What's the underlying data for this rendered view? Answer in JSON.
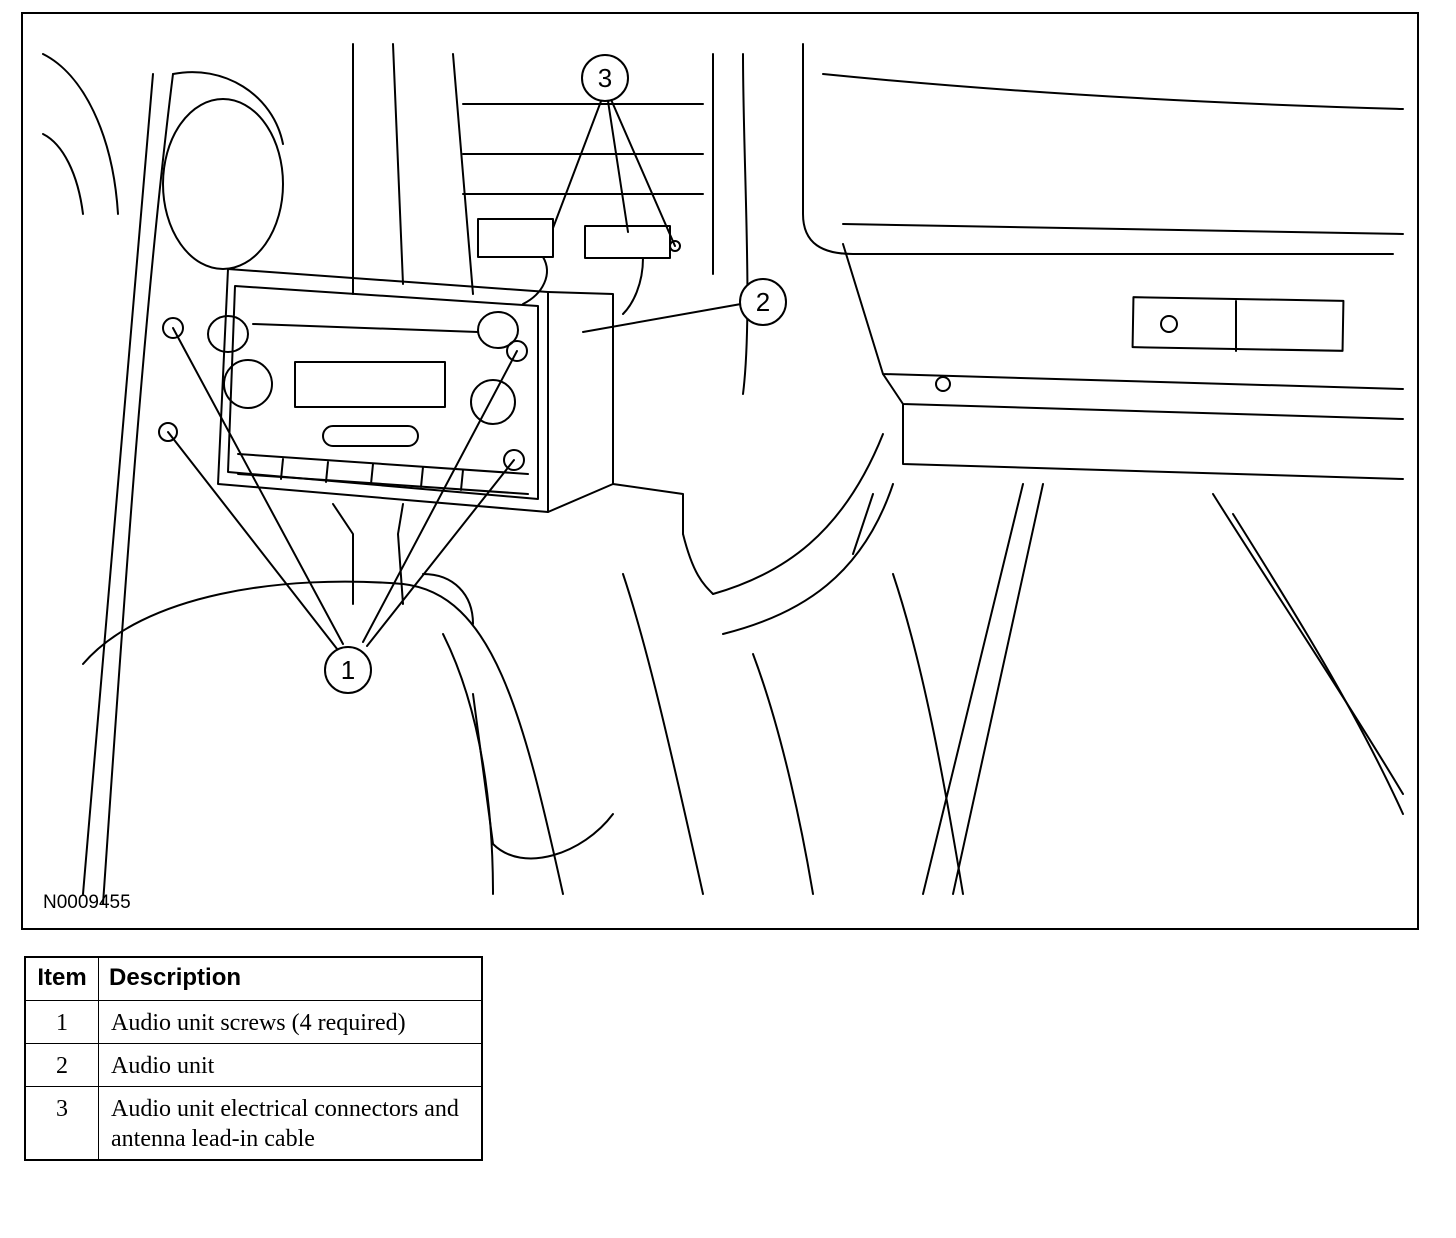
{
  "figure": {
    "id_label": "N0009455",
    "callouts": [
      "1",
      "2",
      "3"
    ]
  },
  "table": {
    "headers": [
      "Item",
      "Description"
    ],
    "rows": [
      {
        "item": "1",
        "description": "Audio unit screws (4 required)"
      },
      {
        "item": "2",
        "description": "Audio unit"
      },
      {
        "item": "3",
        "description": "Audio unit electrical connectors and antenna lead-in cable"
      }
    ]
  },
  "colors": {
    "ink": "#000000",
    "paper": "#ffffff"
  }
}
